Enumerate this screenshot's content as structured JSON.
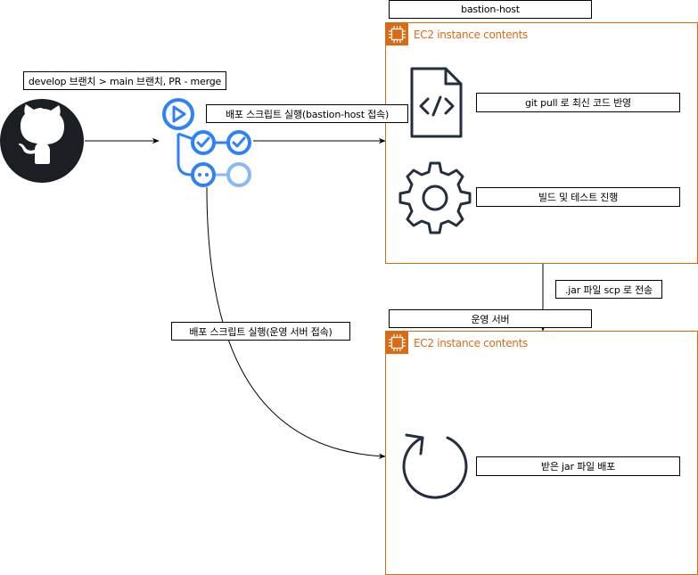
{
  "labels": {
    "bastion_host": "bastion-host",
    "ec2_title_1": "EC2 instance contents",
    "git_pull": "git pull 로 최신 코드 반영",
    "build_test": "빌드 및 테스트 진행",
    "jar_scp": ".jar 파일 scp 로 전송",
    "prod_server": "운영 서버",
    "ec2_title_2": "EC2 instance contents",
    "deploy_jar": "받은 jar 파일 배포",
    "pr_merge": "develop 브랜치 > main 브랜치, PR - merge",
    "deploy_bastion": "배포 스크립트 실행(bastion-host 접속)",
    "deploy_prod": "배포 스크립트 실행(운영 서버 접속)"
  },
  "icons": {
    "github": "github-logo-icon",
    "actions": "github-actions-workflow-icon",
    "code_file": "code-file-icon",
    "gear": "gear-icon",
    "refresh": "refresh-icon",
    "ec2": "ec2-instance-icon"
  },
  "colors": {
    "ec2_orange": "#d96b14",
    "actions_blue": "#2f81f7",
    "actions_light_blue": "#8ab8f5",
    "icon_dark": "#232f3e"
  }
}
